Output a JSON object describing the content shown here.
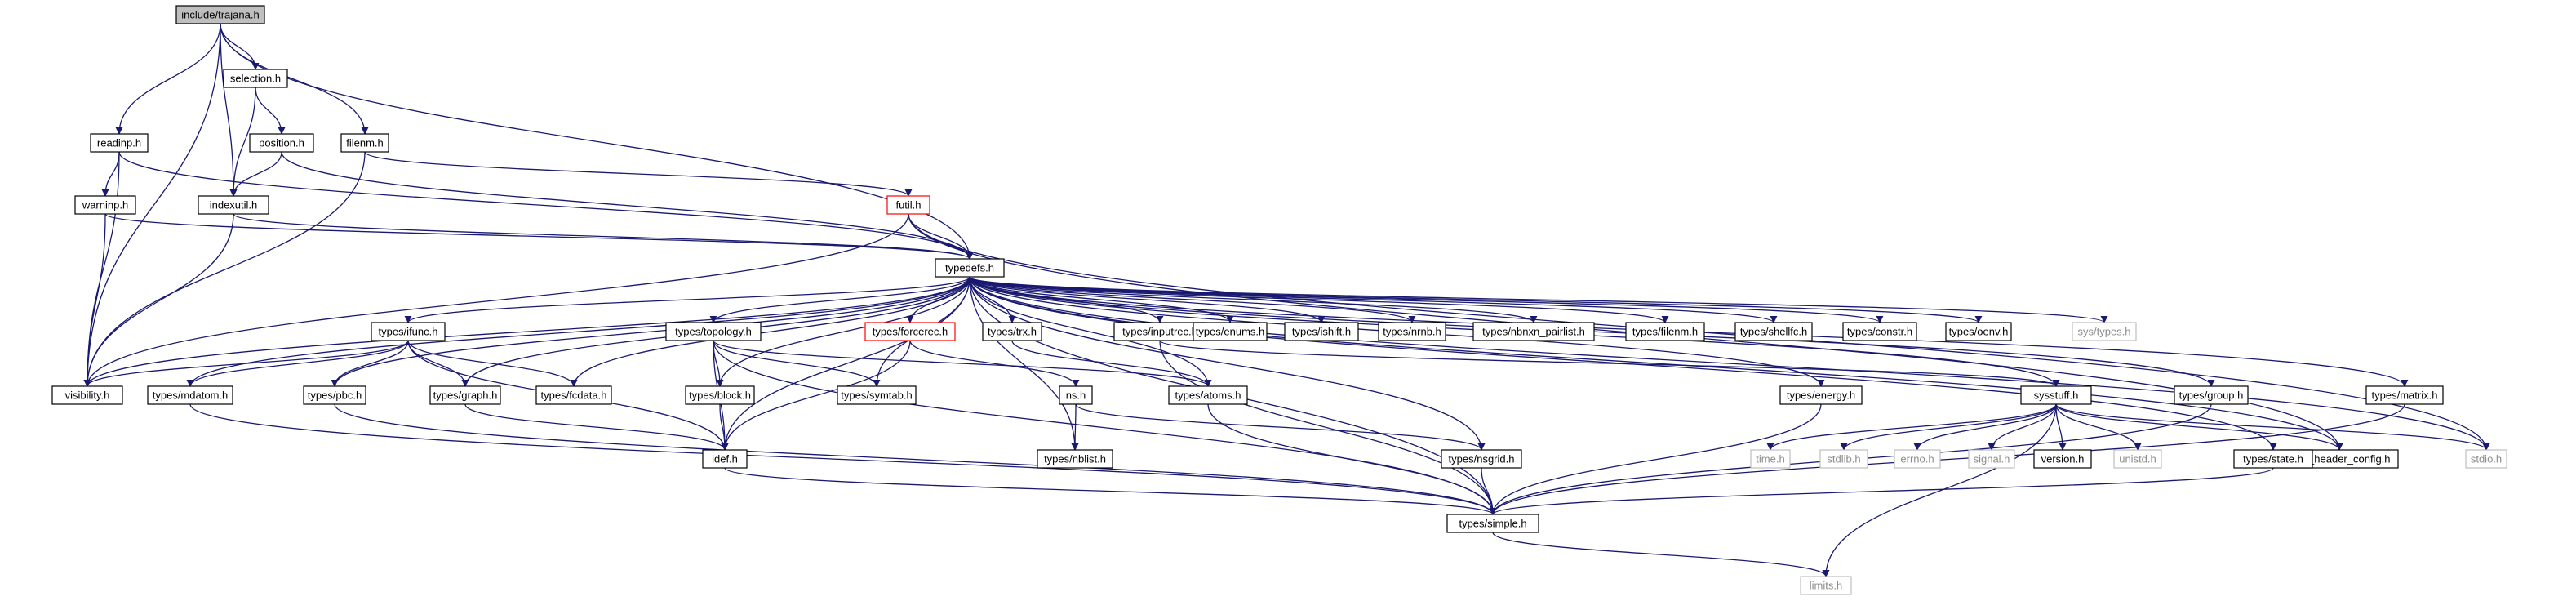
{
  "colors": {
    "edge": "#191970",
    "border_normal": "#000000",
    "border_missing": "#bfbfbf",
    "border_truncated": "#ff0000",
    "fill_root": "#bfbfbf",
    "fill_normal": "#ffffff",
    "text_normal": "#000000",
    "text_missing": "#8c8c8c"
  },
  "nodes": [
    {
      "id": "trajana",
      "label": "include/trajana.h",
      "kind": "root"
    },
    {
      "id": "selection",
      "label": "selection.h",
      "kind": "normal"
    },
    {
      "id": "readinp",
      "label": "readinp.h",
      "kind": "normal"
    },
    {
      "id": "position",
      "label": "position.h",
      "kind": "normal"
    },
    {
      "id": "filenm",
      "label": "filenm.h",
      "kind": "normal"
    },
    {
      "id": "warninp",
      "label": "warninp.h",
      "kind": "normal"
    },
    {
      "id": "indexutil",
      "label": "indexutil.h",
      "kind": "normal"
    },
    {
      "id": "futil",
      "label": "futil.h",
      "kind": "truncated"
    },
    {
      "id": "typedefs",
      "label": "typedefs.h",
      "kind": "normal"
    },
    {
      "id": "visibility",
      "label": "visibility.h",
      "kind": "normal"
    },
    {
      "id": "ifunc",
      "label": "types/ifunc.h",
      "kind": "normal"
    },
    {
      "id": "mdatom",
      "label": "types/mdatom.h",
      "kind": "normal"
    },
    {
      "id": "pbc",
      "label": "types/pbc.h",
      "kind": "normal"
    },
    {
      "id": "graph",
      "label": "types/graph.h",
      "kind": "normal"
    },
    {
      "id": "fcdata",
      "label": "types/fcdata.h",
      "kind": "normal"
    },
    {
      "id": "topology",
      "label": "types/topology.h",
      "kind": "normal"
    },
    {
      "id": "block",
      "label": "types/block.h",
      "kind": "normal"
    },
    {
      "id": "symtab",
      "label": "types/symtab.h",
      "kind": "normal"
    },
    {
      "id": "forcerec",
      "label": "types/forcerec.h",
      "kind": "truncated"
    },
    {
      "id": "ns",
      "label": "ns.h",
      "kind": "normal"
    },
    {
      "id": "nblist",
      "label": "types/nblist.h",
      "kind": "normal"
    },
    {
      "id": "trx",
      "label": "types/trx.h",
      "kind": "normal"
    },
    {
      "id": "atoms",
      "label": "types/atoms.h",
      "kind": "normal"
    },
    {
      "id": "inputrec",
      "label": "types/inputrec.h",
      "kind": "normal"
    },
    {
      "id": "enums",
      "label": "types/enums.h",
      "kind": "normal"
    },
    {
      "id": "ishift",
      "label": "types/ishift.h",
      "kind": "normal"
    },
    {
      "id": "nrnb",
      "label": "types/nrnb.h",
      "kind": "normal"
    },
    {
      "id": "nbnxn",
      "label": "types/nbnxn_pairlist.h",
      "kind": "normal"
    },
    {
      "id": "tfilenm",
      "label": "types/filenm.h",
      "kind": "normal"
    },
    {
      "id": "shellfc",
      "label": "types/shellfc.h",
      "kind": "normal"
    },
    {
      "id": "constr",
      "label": "types/constr.h",
      "kind": "normal"
    },
    {
      "id": "oenv",
      "label": "types/oenv.h",
      "kind": "normal"
    },
    {
      "id": "systypes",
      "label": "sys/types.h",
      "kind": "missing"
    },
    {
      "id": "idef",
      "label": "idef.h",
      "kind": "normal"
    },
    {
      "id": "energy",
      "label": "types/energy.h",
      "kind": "normal"
    },
    {
      "id": "nsgrid",
      "label": "types/nsgrid.h",
      "kind": "normal"
    },
    {
      "id": "sysstuff",
      "label": "sysstuff.h",
      "kind": "normal"
    },
    {
      "id": "timeh",
      "label": "time.h",
      "kind": "missing"
    },
    {
      "id": "stdlib",
      "label": "stdlib.h",
      "kind": "missing"
    },
    {
      "id": "errno",
      "label": "errno.h",
      "kind": "missing"
    },
    {
      "id": "signal",
      "label": "signal.h",
      "kind": "missing"
    },
    {
      "id": "version",
      "label": "version.h",
      "kind": "normal"
    },
    {
      "id": "unistd",
      "label": "unistd.h",
      "kind": "missing"
    },
    {
      "id": "group",
      "label": "types/group.h",
      "kind": "normal"
    },
    {
      "id": "gmxcfg",
      "label": "gmx_header_config.h",
      "kind": "normal"
    },
    {
      "id": "state",
      "label": "types/state.h",
      "kind": "normal"
    },
    {
      "id": "matrix",
      "label": "types/matrix.h",
      "kind": "normal"
    },
    {
      "id": "stdio",
      "label": "stdio.h",
      "kind": "missing"
    },
    {
      "id": "simple",
      "label": "types/simple.h",
      "kind": "normal"
    },
    {
      "id": "limits",
      "label": "limits.h",
      "kind": "missing"
    }
  ],
  "edges": [
    [
      "trajana",
      "visibility"
    ],
    [
      "trajana",
      "readinp"
    ],
    [
      "trajana",
      "selection"
    ],
    [
      "trajana",
      "indexutil"
    ],
    [
      "trajana",
      "filenm"
    ],
    [
      "trajana",
      "typedefs"
    ],
    [
      "selection",
      "indexutil"
    ],
    [
      "selection",
      "position"
    ],
    [
      "position",
      "indexutil"
    ],
    [
      "position",
      "typedefs"
    ],
    [
      "readinp",
      "warninp"
    ],
    [
      "readinp",
      "visibility"
    ],
    [
      "readinp",
      "typedefs"
    ],
    [
      "warninp",
      "visibility"
    ],
    [
      "warninp",
      "typedefs"
    ],
    [
      "filenm",
      "futil"
    ],
    [
      "filenm",
      "visibility"
    ],
    [
      "indexutil",
      "visibility"
    ],
    [
      "indexutil",
      "typedefs"
    ],
    [
      "futil",
      "typedefs"
    ],
    [
      "futil",
      "visibility"
    ],
    [
      "futil",
      "gmxcfg"
    ],
    [
      "futil",
      "stdio"
    ],
    [
      "typedefs",
      "visibility"
    ],
    [
      "typedefs",
      "ifunc"
    ],
    [
      "typedefs",
      "mdatom"
    ],
    [
      "typedefs",
      "pbc"
    ],
    [
      "typedefs",
      "graph"
    ],
    [
      "typedefs",
      "fcdata"
    ],
    [
      "typedefs",
      "topology"
    ],
    [
      "typedefs",
      "block"
    ],
    [
      "typedefs",
      "symtab"
    ],
    [
      "typedefs",
      "forcerec"
    ],
    [
      "typedefs",
      "nblist"
    ],
    [
      "typedefs",
      "trx"
    ],
    [
      "typedefs",
      "atoms"
    ],
    [
      "typedefs",
      "inputrec"
    ],
    [
      "typedefs",
      "enums"
    ],
    [
      "typedefs",
      "ishift"
    ],
    [
      "typedefs",
      "nrnb"
    ],
    [
      "typedefs",
      "nbnxn"
    ],
    [
      "typedefs",
      "tfilenm"
    ],
    [
      "typedefs",
      "shellfc"
    ],
    [
      "typedefs",
      "constr"
    ],
    [
      "typedefs",
      "oenv"
    ],
    [
      "typedefs",
      "systypes"
    ],
    [
      "typedefs",
      "idef"
    ],
    [
      "typedefs",
      "energy"
    ],
    [
      "typedefs",
      "nsgrid"
    ],
    [
      "typedefs",
      "sysstuff"
    ],
    [
      "typedefs",
      "group"
    ],
    [
      "typedefs",
      "gmxcfg"
    ],
    [
      "typedefs",
      "state"
    ],
    [
      "typedefs",
      "matrix"
    ],
    [
      "typedefs",
      "stdio"
    ],
    [
      "typedefs",
      "simple"
    ],
    [
      "ifunc",
      "visibility"
    ],
    [
      "ifunc",
      "mdatom"
    ],
    [
      "ifunc",
      "pbc"
    ],
    [
      "ifunc",
      "graph"
    ],
    [
      "ifunc",
      "fcdata"
    ],
    [
      "ifunc",
      "idef"
    ],
    [
      "mdatom",
      "simple"
    ],
    [
      "pbc",
      "simple"
    ],
    [
      "graph",
      "idef"
    ],
    [
      "topology",
      "block"
    ],
    [
      "topology",
      "symtab"
    ],
    [
      "topology",
      "idef"
    ],
    [
      "topology",
      "atoms"
    ],
    [
      "topology",
      "simple"
    ],
    [
      "block",
      "idef"
    ],
    [
      "idef",
      "simple"
    ],
    [
      "forcerec",
      "ns"
    ],
    [
      "forcerec",
      "idef"
    ],
    [
      "ns",
      "nblist"
    ],
    [
      "ns",
      "nsgrid"
    ],
    [
      "trx",
      "atoms"
    ],
    [
      "atoms",
      "simple"
    ],
    [
      "inputrec",
      "sysstuff"
    ],
    [
      "inputrec",
      "simple"
    ],
    [
      "energy",
      "simple"
    ],
    [
      "nsgrid",
      "simple"
    ],
    [
      "sysstuff",
      "timeh"
    ],
    [
      "sysstuff",
      "stdlib"
    ],
    [
      "sysstuff",
      "errno"
    ],
    [
      "sysstuff",
      "signal"
    ],
    [
      "sysstuff",
      "version"
    ],
    [
      "sysstuff",
      "unistd"
    ],
    [
      "sysstuff",
      "gmxcfg"
    ],
    [
      "sysstuff",
      "stdio"
    ],
    [
      "sysstuff",
      "limits"
    ],
    [
      "group",
      "simple"
    ],
    [
      "state",
      "simple"
    ],
    [
      "matrix",
      "simple"
    ],
    [
      "simple",
      "limits"
    ]
  ]
}
